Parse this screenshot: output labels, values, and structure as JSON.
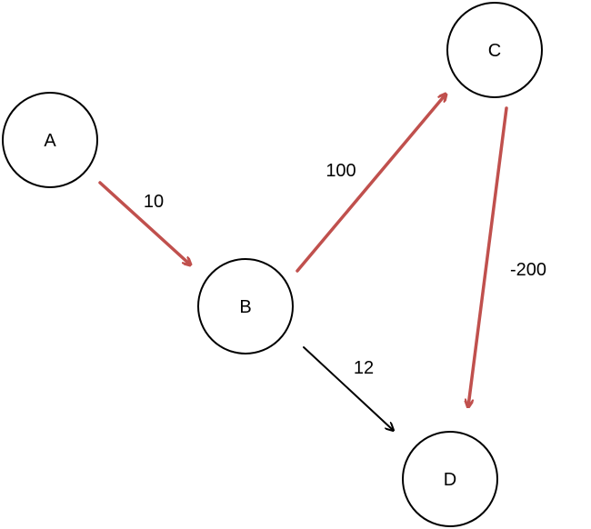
{
  "colors": {
    "highlight_edge": "#c0504d",
    "normal_edge": "#000000",
    "node_stroke": "#000000",
    "background": "#ffffff"
  },
  "nodes": [
    {
      "id": "A",
      "label": "A"
    },
    {
      "id": "B",
      "label": "B"
    },
    {
      "id": "C",
      "label": "C"
    },
    {
      "id": "D",
      "label": "D"
    }
  ],
  "edges": [
    {
      "from": "A",
      "to": "B",
      "weight": "10",
      "highlighted": true
    },
    {
      "from": "B",
      "to": "C",
      "weight": "100",
      "highlighted": true
    },
    {
      "from": "C",
      "to": "D",
      "weight": "-200",
      "highlighted": true
    },
    {
      "from": "B",
      "to": "D",
      "weight": "12",
      "highlighted": false
    }
  ]
}
